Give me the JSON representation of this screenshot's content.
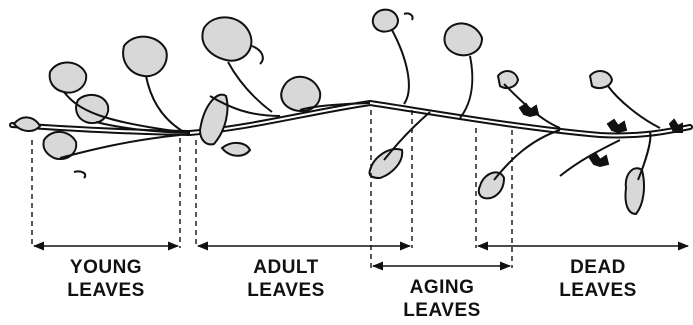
{
  "diagram": {
    "stages": [
      {
        "line1": "YOUNG",
        "line2": "LEAVES"
      },
      {
        "line1": "ADULT",
        "line2": "LEAVES"
      },
      {
        "line1": "AGING",
        "line2": "LEAVES"
      },
      {
        "line1": "DEAD",
        "line2": "LEAVES"
      }
    ],
    "colors": {
      "ink": "#111111",
      "leaf_fill": "#d8d8d8",
      "background": "#ffffff"
    }
  }
}
